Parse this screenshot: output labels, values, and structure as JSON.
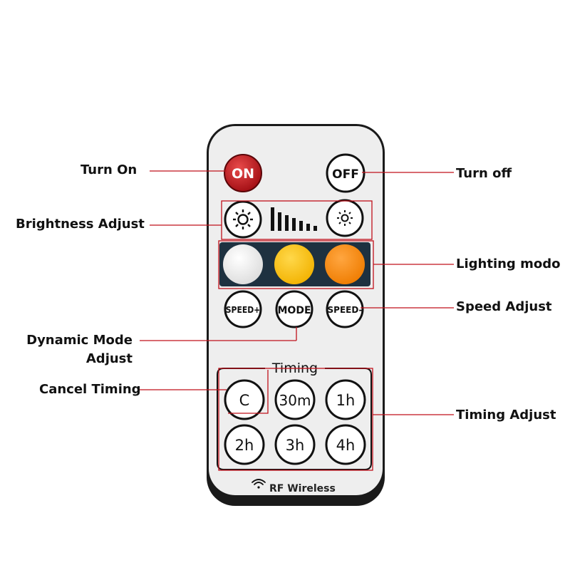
{
  "callouts": {
    "turn_on": "Turn On",
    "turn_off": "Turn off",
    "brightness_adjust": "Brightness Adjust",
    "lighting_mode": "Lighting modo",
    "speed_adjust": "Speed Adjust",
    "dynamic_mode_line1": "Dynamic Mode",
    "dynamic_mode_line2": "Adjust",
    "cancel_timing": "Cancel Timing",
    "timing_adjust": "Timing Adjust"
  },
  "remote": {
    "on_label": "ON",
    "off_label": "OFF",
    "speed_plus_label": "SPEED+",
    "mode_label": "MODE",
    "speed_minus_label": "SPEED-",
    "timing_label": "Timing",
    "timer_buttons": [
      "C",
      "30m",
      "1h",
      "2h",
      "3h",
      "4h"
    ],
    "footer_label": "RF Wireless",
    "footer_icon": "wifi-icon",
    "brightness_up_icon": "sun-icon",
    "brightness_down_icon": "sun-small-icon",
    "brightness_level_icon": "level-bars-icon"
  },
  "colors": {
    "callout_line": "#c0111b",
    "remote_body": "#eeeeee",
    "remote_border": "#111111",
    "on_button": "#c8151b",
    "color_white": "#f2f2f2",
    "color_warm": "#f8c41c",
    "color_orange": "#f58a12",
    "color_strip": "#1e3140"
  }
}
